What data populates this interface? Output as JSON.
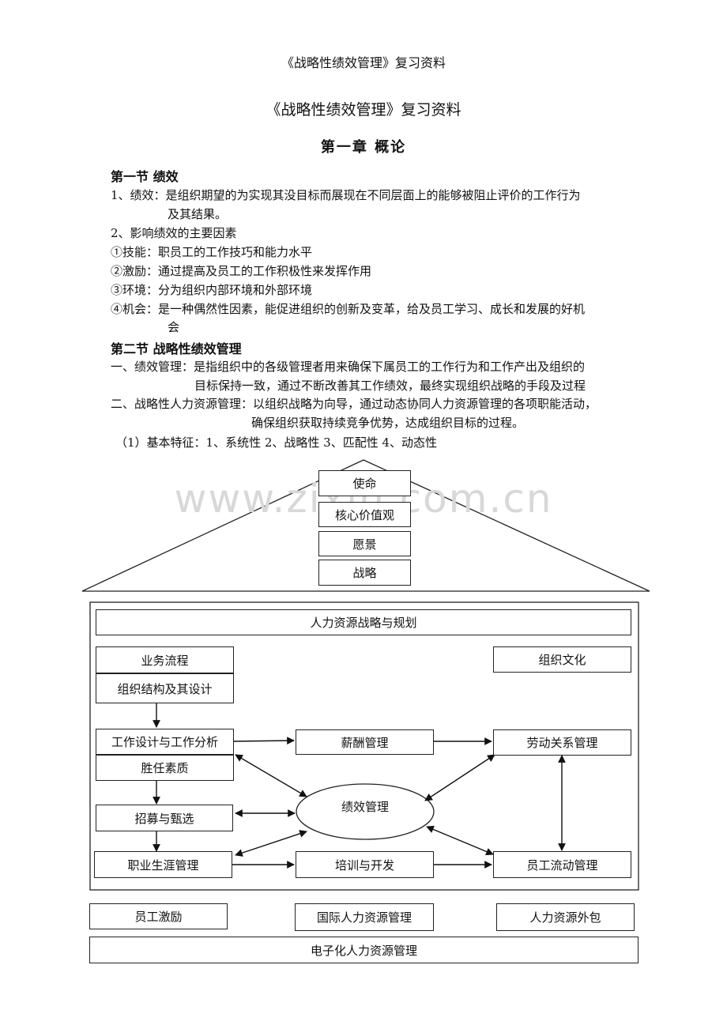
{
  "header": "《战略性绩效管理》复习资料",
  "title": "《战略性绩效管理》复习资料",
  "chapter": "第一章  概论",
  "section1": {
    "heading": "第一节  绩效",
    "lines": [
      "1、绩效：是组织期望的为实现其没目标而展现在不同层面上的能够被阻止评价的工作行为",
      "及其结果。",
      "2、影响绩效的主要因素",
      "①技能：职员工的工作技巧和能力水平",
      "②激励：通过提高及员工的工作积极性来发挥作用",
      "③环境：分为组织内部环境和外部环境",
      "④机会：是一种偶然性因素，能促进组织的创新及变革，给及员工学习、成长和发展的好机",
      "会"
    ]
  },
  "section2": {
    "heading": "第二节  战略性绩效管理",
    "lines": [
      "一、绩效管理：是指组织中的各级管理者用来确保下属员工的工作行为和工作产出及组织的",
      "目标保持一致，通过不断改善其工作绩效，最终实现组织战略的手段及过程",
      "二、战略性人力资源管理：以组织战略为向导，通过动态协同人力资源管理的各项职能活动，",
      "确保组织获取持续竞争优势，达成组织目标的过程。",
      "（1）基本特征：1、系统性  2、战略性  3、匹配性  4、动态性"
    ]
  },
  "watermark": "www.zixin.com.cn",
  "diagram": {
    "roof": [
      "使命",
      "核心价值观",
      "愿景",
      "战略"
    ],
    "hr_strategy": "人力资源战略与规划",
    "business_process": "业务流程",
    "org_structure": "组织结构及其设计",
    "org_culture": "组织文化",
    "job_design": "工作设计与工作分析",
    "competency": "胜任素质",
    "compensation": "薪酬管理",
    "labor_relations": "劳动关系管理",
    "performance": "绩效管理",
    "recruitment": "招募与甄选",
    "career": "职业生涯管理",
    "training": "培训与开发",
    "turnover": "员工流动管理",
    "motivation": "员工激励",
    "international": "国际人力资源管理",
    "outsourcing": "人力资源外包",
    "ehr": "电子化人力资源管理"
  }
}
